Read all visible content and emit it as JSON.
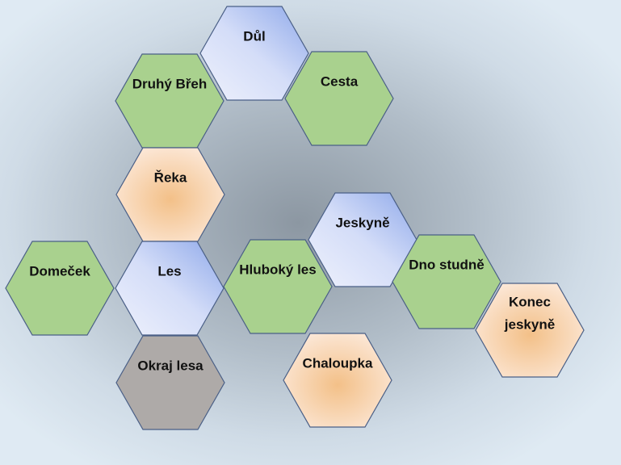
{
  "diagram": {
    "nodes": [
      {
        "id": "dul",
        "label": [
          "Důl"
        ],
        "fill": "grad-blue"
      },
      {
        "id": "druhy-breh",
        "label": [
          "Druhý Břeh"
        ],
        "fill": "#a9d18e"
      },
      {
        "id": "cesta",
        "label": [
          "Cesta"
        ],
        "fill": "#a9d18e"
      },
      {
        "id": "reka",
        "label": [
          "Řeka"
        ],
        "fill": "grad-orange"
      },
      {
        "id": "jeskyne",
        "label": [
          "Jeskyně"
        ],
        "fill": "grad-blue"
      },
      {
        "id": "domecek",
        "label": [
          "Domeček"
        ],
        "fill": "#a9d18e"
      },
      {
        "id": "les",
        "label": [
          "Les"
        ],
        "fill": "grad-blue"
      },
      {
        "id": "hluboky-les",
        "label": [
          "Hluboký les"
        ],
        "fill": "#a9d18e"
      },
      {
        "id": "dno-studne",
        "label": [
          "Dno studně"
        ],
        "fill": "#a9d18e"
      },
      {
        "id": "konec-jeskyne",
        "label": [
          "Konec",
          "jeskyně"
        ],
        "fill": "grad-orange"
      },
      {
        "id": "okraj-lesa",
        "label": [
          "Okraj lesa"
        ],
        "fill": "#aeaaa8"
      },
      {
        "id": "chaloupka",
        "label": [
          "Chaloupka"
        ],
        "fill": "grad-orange"
      }
    ],
    "colors": {
      "green": "#a9d18e",
      "gray": "#aeaaa8",
      "blue_light": "#dfe6fb",
      "blue_dark": "#8fa9ea",
      "orange_center": "#f4c58e",
      "orange_edge": "#fbe5d3",
      "outline": "#4a5f86"
    }
  }
}
